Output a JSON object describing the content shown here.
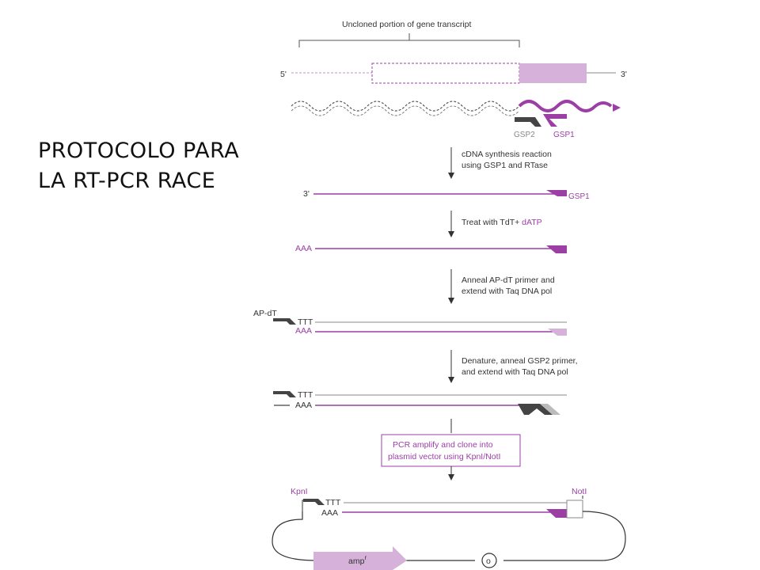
{
  "slide": {
    "heading_line1": "PROTOCOLO PARA",
    "heading_line2": "LA RT-PCR RACE"
  },
  "colors": {
    "accent": "#9b3fa5",
    "accent_light": "#d6b1d9",
    "strand_gray": "#888888",
    "text": "#333333"
  },
  "diagram": {
    "uncloned_label": "Uncloned portion of gene transcript",
    "five_prime": "5'",
    "three_prime": "3'",
    "gsp2": "GSP2",
    "gsp1": "GSP1",
    "step1_line1": "cDNA synthesis reaction",
    "step1_line2": "using GSP1 and RTase",
    "row1_three_prime": "3'",
    "row1_gsp1": "GSP1",
    "step2_prefix": "Treat with TdT+ ",
    "step2_accent": "dATP",
    "aaa": "AAA",
    "step3_line1": "Anneal AP-dT primer and",
    "step3_line2": "extend with Taq DNA pol",
    "ap_dt": "AP-dT",
    "ttt": "TTT",
    "step4_line1": "Denature, anneal GSP2 primer,",
    "step4_line2": "and extend with Taq DNA pol",
    "box_line1": "PCR amplify and clone into",
    "box_line2": "plasmid vector using KpnI/NotI",
    "kpni": "KpnI",
    "noti": "NotI",
    "amp": "amp",
    "amp_sup": "r",
    "origin": "o"
  }
}
